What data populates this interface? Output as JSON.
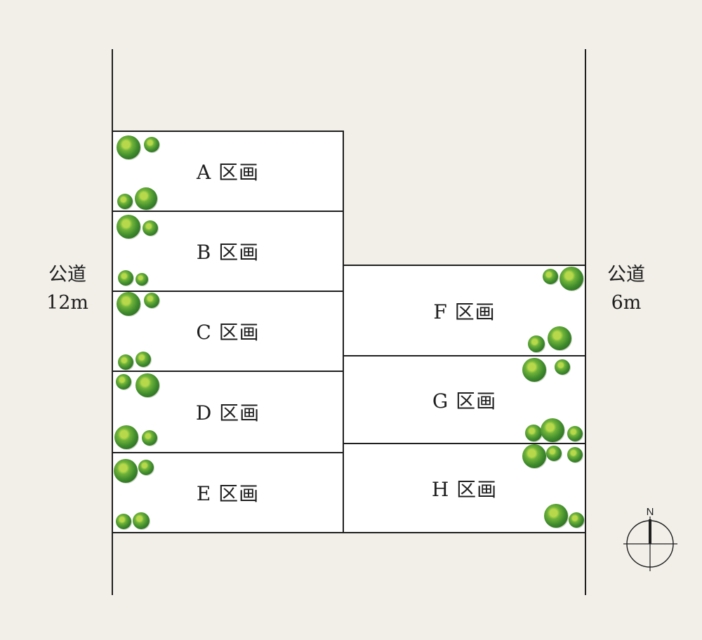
{
  "roads": [
    {
      "name": "公道",
      "width": "12m"
    },
    {
      "name": "公道",
      "width": "6m"
    }
  ],
  "lots": [
    {
      "label": "A 区画"
    },
    {
      "label": "B 区画"
    },
    {
      "label": "C 区画"
    },
    {
      "label": "D 区画"
    },
    {
      "label": "E 区画"
    },
    {
      "label": "F 区画"
    },
    {
      "label": "G 区画"
    },
    {
      "label": "H 区画"
    }
  ],
  "compass": {
    "north": "N"
  },
  "colors": {
    "background": "#f2efe8",
    "lot_fill": "#ffffff",
    "line": "#1f1f1f",
    "tree": "#3e8a2c"
  },
  "icons": [
    "tree-icon",
    "compass-icon"
  ]
}
